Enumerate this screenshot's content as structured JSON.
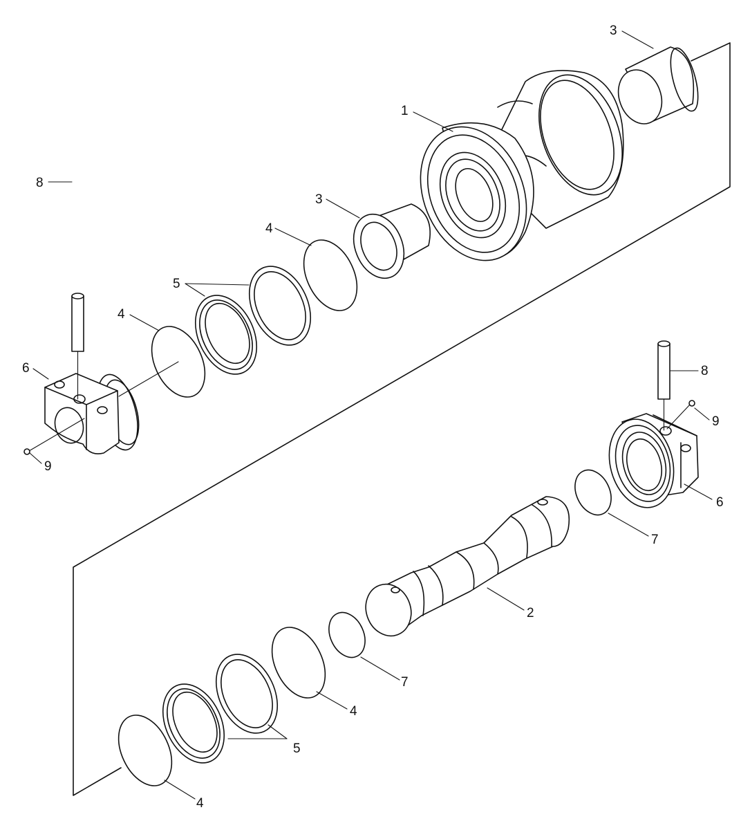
{
  "callouts": [
    {
      "id": "c1",
      "label": "1"
    },
    {
      "id": "c2",
      "label": "2"
    },
    {
      "id": "c3a",
      "label": "3"
    },
    {
      "id": "c3b",
      "label": "3"
    },
    {
      "id": "c4a",
      "label": "4"
    },
    {
      "id": "c4b",
      "label": "4"
    },
    {
      "id": "c4c",
      "label": "4"
    },
    {
      "id": "c4d",
      "label": "4"
    },
    {
      "id": "c5a",
      "label": "5"
    },
    {
      "id": "c5b",
      "label": "5"
    },
    {
      "id": "c6a",
      "label": "6"
    },
    {
      "id": "c6b",
      "label": "6"
    },
    {
      "id": "c7a",
      "label": "7"
    },
    {
      "id": "c7b",
      "label": "7"
    },
    {
      "id": "c8a",
      "label": "8"
    },
    {
      "id": "c8b",
      "label": "8"
    },
    {
      "id": "c9a",
      "label": "9"
    },
    {
      "id": "c9b",
      "label": "9"
    }
  ],
  "colors": {
    "line": "#111111",
    "background": "#ffffff"
  }
}
